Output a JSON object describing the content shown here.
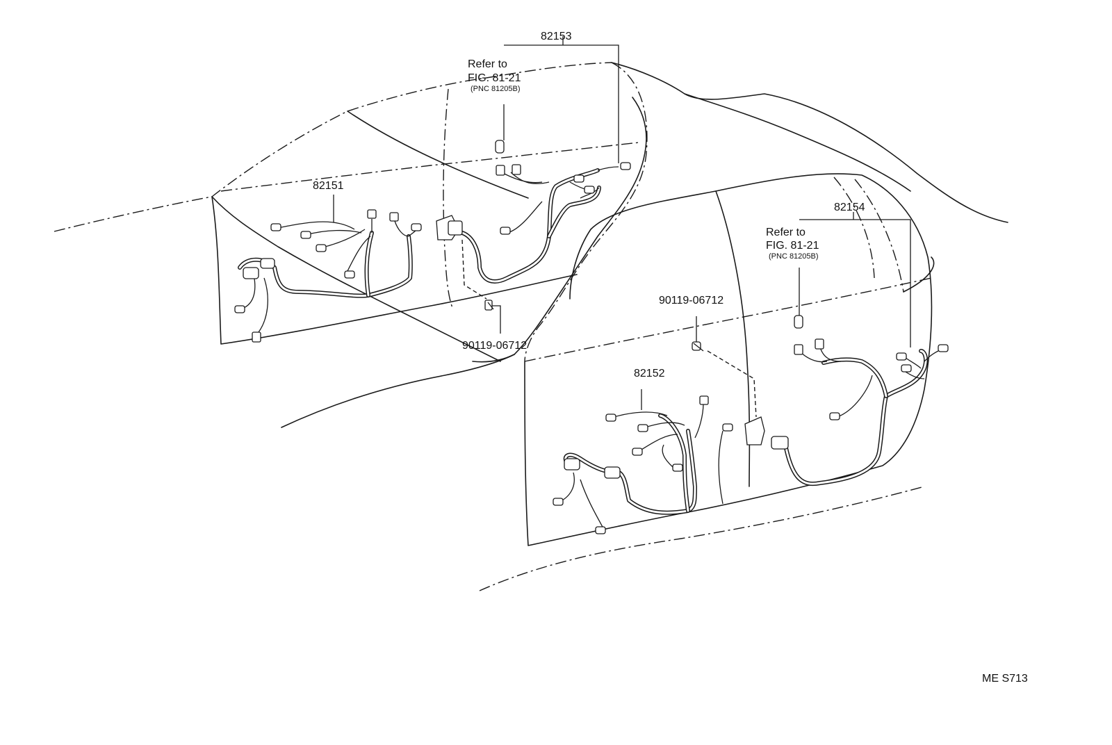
{
  "diagram": {
    "parts": {
      "harness_front_left": "82151",
      "harness_rear_left": "82152",
      "harness_front_right": "82153",
      "harness_rear_right": "82154"
    },
    "screw_label_front": "90119-06712",
    "screw_label_rear": "90119-06712",
    "ref_front": {
      "line1": "Refer to",
      "line2": "FIG. 81-21",
      "line3": "(PNC 81205B)"
    },
    "ref_rear": {
      "line1": "Refer to",
      "line2": "FIG. 81-21",
      "line3": "(PNC 81205B)"
    },
    "figure_code": "ME S713"
  }
}
